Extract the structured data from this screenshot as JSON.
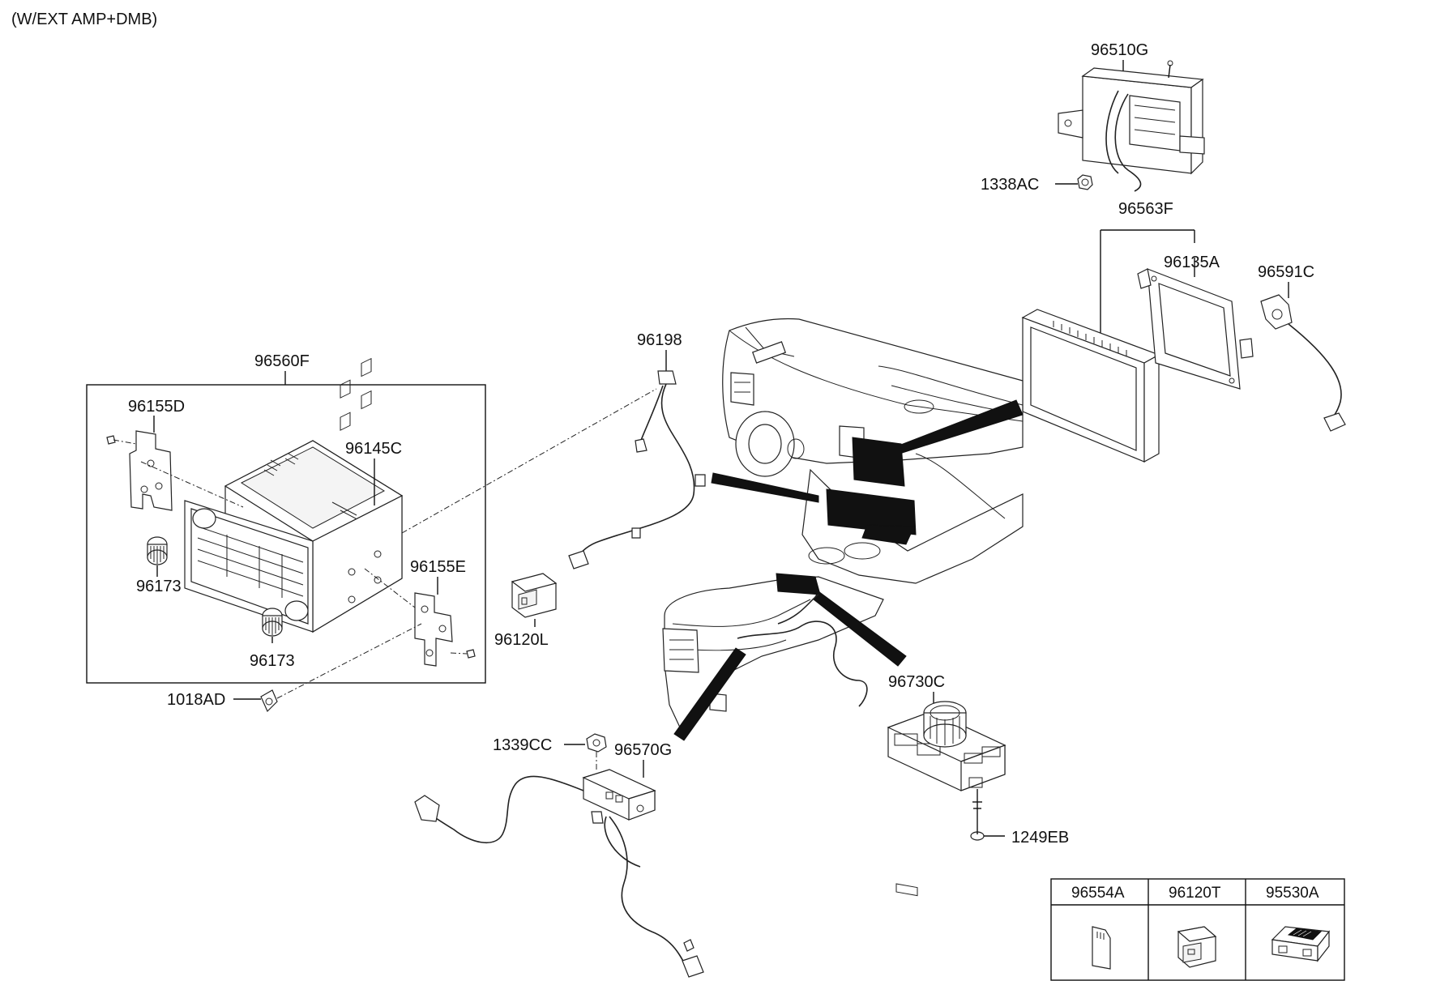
{
  "note": "(W/EXT AMP+DMB)",
  "labels": {
    "p96510G": "96510G",
    "p1338AC": "1338AC",
    "p96563F": "96563F",
    "p96135A": "96135A",
    "p96591C": "96591C",
    "p96198": "96198",
    "p96560F": "96560F",
    "p96155D": "96155D",
    "p96145C": "96145C",
    "p96155E": "96155E",
    "p96173a": "96173",
    "p96173b": "96173",
    "p96120L": "96120L",
    "p1018AD": "1018AD",
    "p96730C": "96730C",
    "p1339CC": "1339CC",
    "p96570G": "96570G",
    "p1249EB": "1249EB"
  },
  "legend": {
    "headers": [
      "96554A",
      "96120T",
      "95530A"
    ]
  }
}
